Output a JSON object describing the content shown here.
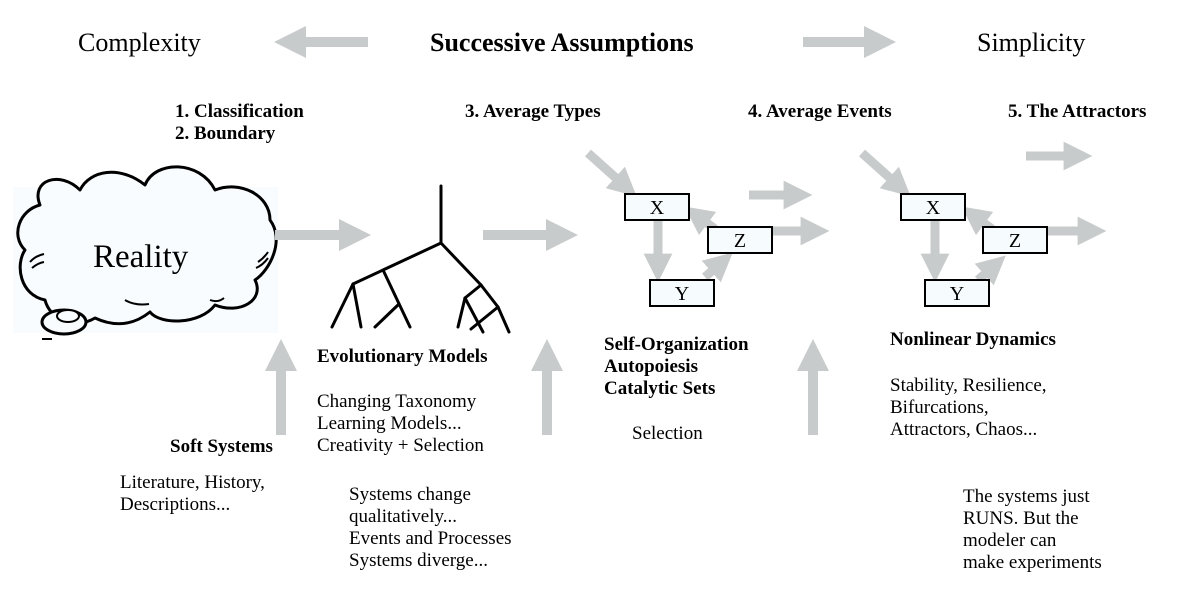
{
  "header": {
    "left_label": "Complexity",
    "center_title": "Successive Assumptions",
    "right_label": "Simplicity"
  },
  "steps": {
    "step1": "1. Classification",
    "step2": "2. Boundary",
    "step3": "3. Average Types",
    "step4": "4. Average Events",
    "step5": "5. The Attractors"
  },
  "reality": {
    "label": "Reality"
  },
  "nodes": {
    "types": {
      "x": "X",
      "y": "Y",
      "z": "Z"
    },
    "events": {
      "x": "X",
      "y": "Y",
      "z": "Z"
    }
  },
  "soft_systems": {
    "title": "Soft Systems",
    "lines": [
      "Literature, History,",
      "Descriptions..."
    ]
  },
  "evolutionary": {
    "title": "Evolutionary Models",
    "lines": [
      "Changing Taxonomy",
      "Learning Models...",
      "Creativity + Selection"
    ],
    "note": [
      "Systems change",
      "qualitatively...",
      "Events and Processes",
      "Systems diverge..."
    ]
  },
  "self_org": {
    "titles": [
      "Self-Organization",
      "Autopoiesis",
      "Catalytic Sets"
    ],
    "note": "Selection"
  },
  "nonlinear": {
    "title": "Nonlinear Dynamics",
    "lines": [
      "Stability, Resilience,",
      "Bifurcations,",
      "Attractors, Chaos..."
    ],
    "note": [
      "The systems just",
      "RUNS. But the",
      "modeler can",
      "make experiments"
    ]
  },
  "colors": {
    "arrow": "#c8cbcb",
    "box_fill": "#f6fbfd",
    "cloud_fill": "#f8fcfe",
    "ink": "#000000"
  }
}
